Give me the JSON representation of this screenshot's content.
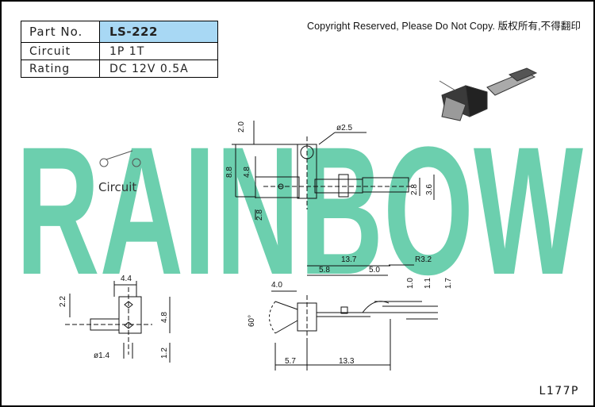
{
  "spec": {
    "part_no_label": "Part No.",
    "part_no": "LS-222",
    "circuit_label": "Circuit",
    "circuit": "1P 1T",
    "rating_label": "Rating",
    "rating": "DC 12V 0.5A"
  },
  "copyright": "Copyright Reserved, Please Do Not Copy. 版权所有,不得翻印",
  "watermark": "RAINBOW",
  "colors": {
    "watermark": "#6ccfae",
    "part_no_bg": "#a8d8f4"
  },
  "circuit_symbol_label": "Circuit",
  "drawing_code": "L177P",
  "dims": {
    "top": {
      "d20": "2.0",
      "d25": "ø2.5",
      "d88": "8.8",
      "d48": "4.8",
      "d28b": "2.8",
      "d28": "2.8",
      "d36": "3.6"
    },
    "side": {
      "d44": "4.4",
      "d22": "2.2",
      "d48": "4.8",
      "d14": "ø1.4",
      "d12": "1.2"
    },
    "front": {
      "d137": "13.7",
      "r32": "R3.2",
      "d40": "4.0",
      "d58": "5.8",
      "d50": "5.0",
      "d10": "1.0",
      "d11": "1.1",
      "d17": "1.7",
      "a60": "60°",
      "d57": "5.7",
      "d133": "13.3"
    }
  }
}
